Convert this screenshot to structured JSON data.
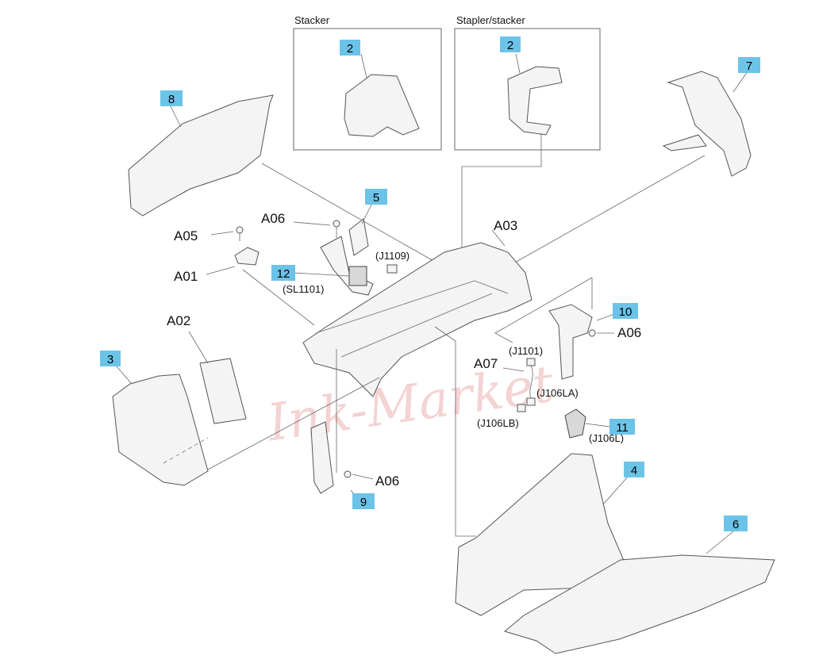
{
  "boxes": {
    "stacker_title": "Stacker",
    "stapler_stacker_title": "Stapler/stacker"
  },
  "callouts": {
    "c2a": "2",
    "c2b": "2",
    "c3": "3",
    "c4": "4",
    "c5": "5",
    "c6": "6",
    "c7": "7",
    "c8": "8",
    "c9": "9",
    "c10": "10",
    "c11": "11",
    "c12": "12"
  },
  "labels": {
    "a01": "A01",
    "a02": "A02",
    "a03": "A03",
    "a05": "A05",
    "a06_top": "A06",
    "a06_right": "A06",
    "a06_bottom": "A06",
    "a07": "A07"
  },
  "connectors": {
    "j1109": "(J1109)",
    "sl1101": "(SL1101)",
    "j1101": "(J1101)",
    "j106la": "(J106LA)",
    "j106lb": "(J106LB)",
    "j106l": "(J106L)"
  },
  "watermark": "Ink-Market",
  "colors": {
    "callout_fill": "#6cc3e8",
    "watermark": "#e8a0a0"
  }
}
